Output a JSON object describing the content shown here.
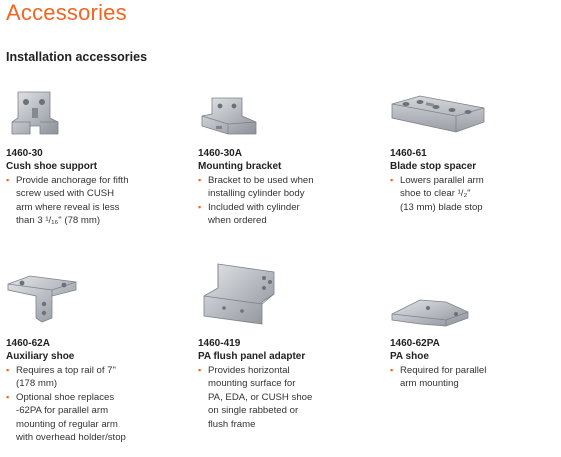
{
  "page_title": "Accessories",
  "section_title": "Installation accessories",
  "accent_color": "#f26522",
  "items": [
    {
      "part": "1460-30",
      "name": "Cush shoe support",
      "icon": "cush-shoe-support-illustration",
      "bullets": [
        [
          "Provide anchorage for fifth",
          "screw used with CUSH",
          "arm where reveal is less",
          "than 3 ¹/₁₆\" (78 mm)"
        ]
      ]
    },
    {
      "part": "1460-30A",
      "name": "Mounting bracket",
      "icon": "mounting-bracket-illustration",
      "bullets": [
        [
          "Bracket to be used when",
          "installing cylinder body"
        ],
        [
          "Included with cylinder",
          "when ordered"
        ]
      ]
    },
    {
      "part": "1460-61",
      "name": "Blade stop spacer",
      "icon": "blade-stop-spacer-illustration",
      "bullets": [
        [
          "Lowers parallel arm",
          "shoe to clear ¹/₂\"",
          "(13 mm) blade stop"
        ]
      ]
    },
    {
      "part": "1460-62A",
      "name": "Auxiliary shoe",
      "icon": "auxiliary-shoe-illustration",
      "bullets": [
        [
          "Requires a top rail of 7\"",
          "(178 mm)"
        ],
        [
          "Optional shoe replaces",
          "-62PA for parallel arm",
          "mounting of regular arm",
          "with overhead holder/stop"
        ]
      ]
    },
    {
      "part": "1460-419",
      "name": "PA flush panel adapter",
      "icon": "pa-flush-panel-adapter-illustration",
      "bullets": [
        [
          "Provides horizontal",
          "mounting surface for",
          "PA, EDA, or CUSH shoe",
          "on single rabbeted or",
          "flush frame"
        ]
      ]
    },
    {
      "part": "1460-62PA",
      "name": "PA shoe",
      "icon": "pa-shoe-illustration",
      "bullets": [
        [
          "Required for parallel",
          "arm mounting"
        ]
      ]
    }
  ]
}
